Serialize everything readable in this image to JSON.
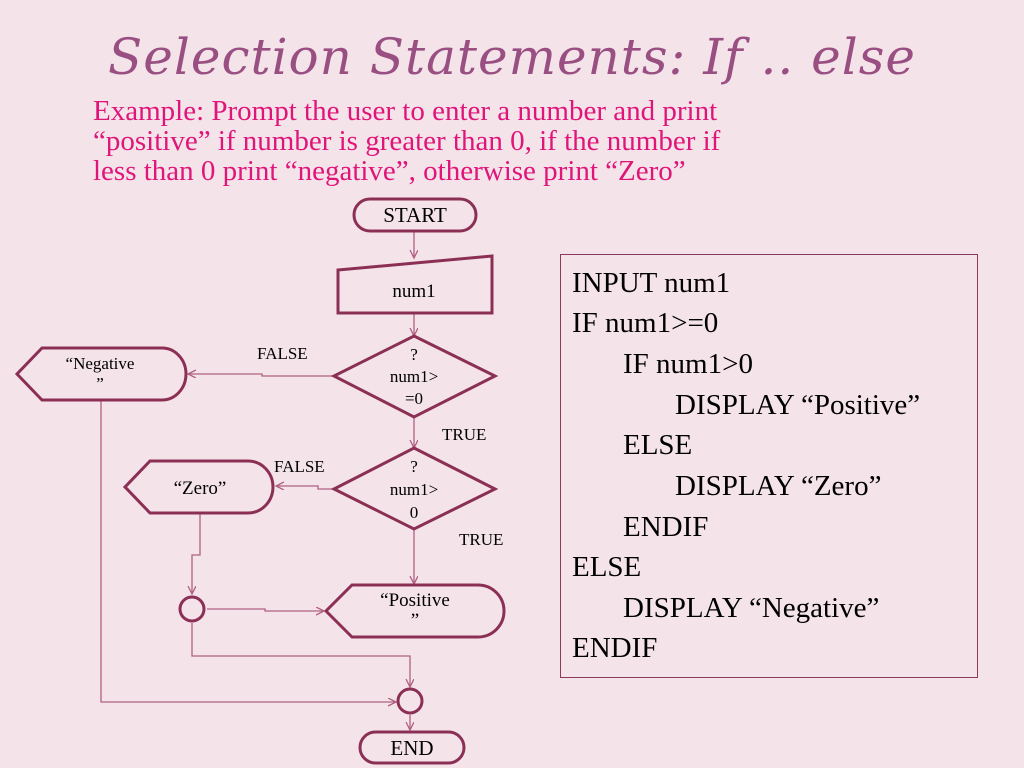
{
  "title": "Selection Statements: If .. else",
  "example": {
    "line1": "Example: Prompt the user to enter a number and print",
    "line2": "“positive” if number is greater than 0, if the number if",
    "line3": "less than 0 print “negative”, otherwise print “Zero”"
  },
  "flowchart": {
    "start": "START",
    "input": "num1",
    "decision1": [
      "?",
      "num1>",
      "=0"
    ],
    "decision2": [
      "?",
      "num1>",
      "0"
    ],
    "output_negative": [
      "“Negative",
      "”"
    ],
    "output_zero": "“Zero”",
    "output_positive": [
      "“Positive",
      "”"
    ],
    "end": "END",
    "false_label_1": "FALSE",
    "true_label_1": "TRUE",
    "false_label_2": "FALSE",
    "true_label_2": "TRUE"
  },
  "pseudocode": [
    "INPUT num1",
    "IF num1>=0",
    "IF num1>0",
    "DISPLAY “Positive”",
    "ELSE",
    "DISPLAY “Zero”",
    "ENDIF",
    "ELSE",
    "DISPLAY “Negative”",
    "ENDIF"
  ],
  "colors": {
    "title": "#9a4f83",
    "example_text": "#e0157a",
    "shape_stroke": "#8b2f55",
    "connector": "#b06080",
    "background": "#f4e4ea"
  }
}
